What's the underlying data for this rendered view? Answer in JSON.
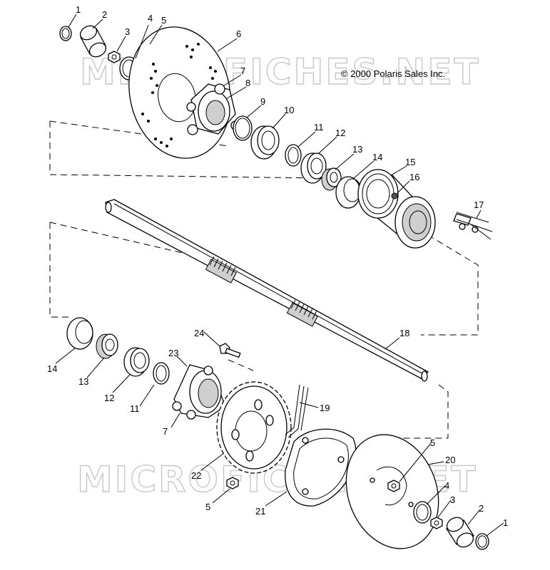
{
  "watermark": {
    "text": "MICROFICHES.NET"
  },
  "copyright": "© 2000 Polaris Sales Inc.",
  "callouts": [
    {
      "id": "c1a",
      "label": "1"
    },
    {
      "id": "c2a",
      "label": "2"
    },
    {
      "id": "c3a",
      "label": "3"
    },
    {
      "id": "c4a",
      "label": "4"
    },
    {
      "id": "c5a",
      "label": "5"
    },
    {
      "id": "c6",
      "label": "6"
    },
    {
      "id": "c7a",
      "label": "7"
    },
    {
      "id": "c8",
      "label": "8"
    },
    {
      "id": "c9",
      "label": "9"
    },
    {
      "id": "c10",
      "label": "10"
    },
    {
      "id": "c11a",
      "label": "11"
    },
    {
      "id": "c12a",
      "label": "12"
    },
    {
      "id": "c13a",
      "label": "13"
    },
    {
      "id": "c14a",
      "label": "14"
    },
    {
      "id": "c15",
      "label": "15"
    },
    {
      "id": "c16",
      "label": "16"
    },
    {
      "id": "c17",
      "label": "17"
    },
    {
      "id": "c18",
      "label": "18"
    },
    {
      "id": "c19",
      "label": "19"
    },
    {
      "id": "c14b",
      "label": "14"
    },
    {
      "id": "c13b",
      "label": "13"
    },
    {
      "id": "c12b",
      "label": "12"
    },
    {
      "id": "c11b",
      "label": "11"
    },
    {
      "id": "c24",
      "label": "24"
    },
    {
      "id": "c23",
      "label": "23"
    },
    {
      "id": "c7b",
      "label": "7"
    },
    {
      "id": "c22",
      "label": "22"
    },
    {
      "id": "c5b",
      "label": "5"
    },
    {
      "id": "c21",
      "label": "21"
    },
    {
      "id": "c5c",
      "label": "5"
    },
    {
      "id": "c20",
      "label": "20"
    },
    {
      "id": "c4b",
      "label": "4"
    },
    {
      "id": "c3b",
      "label": "3"
    },
    {
      "id": "c2b",
      "label": "2"
    },
    {
      "id": "c1b",
      "label": "1"
    }
  ]
}
